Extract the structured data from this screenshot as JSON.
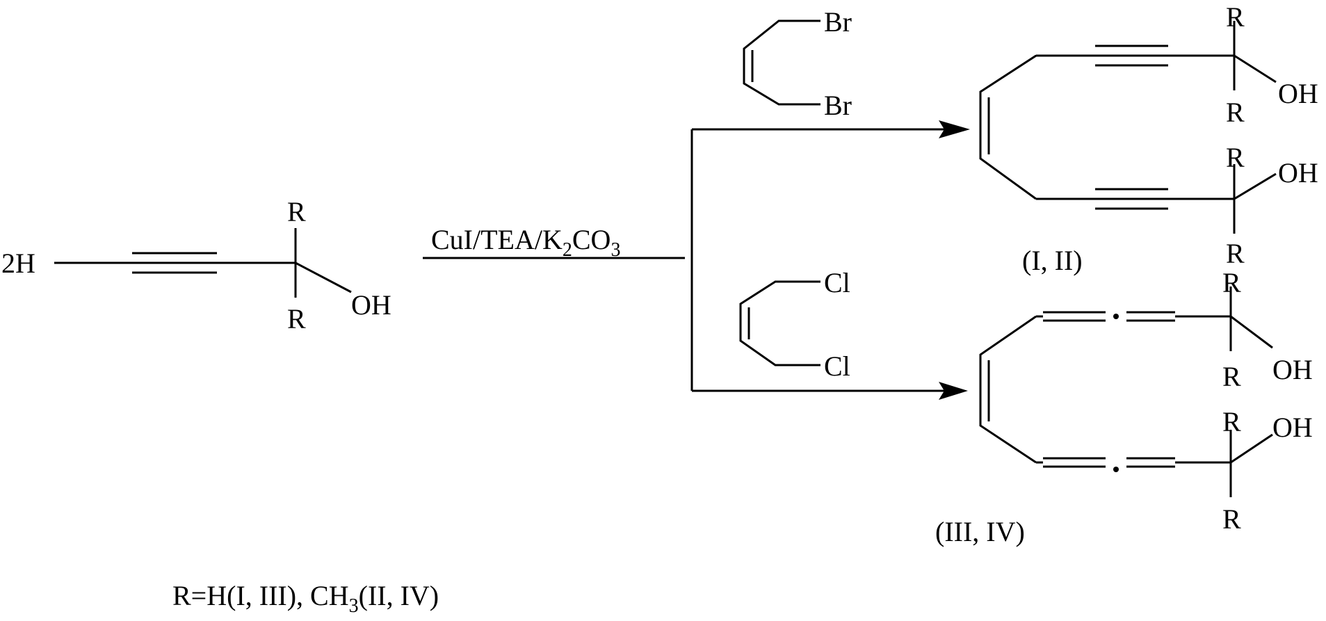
{
  "reactant": {
    "coefficient": "2H",
    "r_top": "R",
    "r_bottom": "R",
    "oh": "OH"
  },
  "conditions": {
    "text_main": "CuI/TEA/K",
    "sub_2": "2",
    "text_co": "CO",
    "sub_3": "3"
  },
  "reagent_bromide": {
    "x_top": "Br",
    "x_bottom": "Br"
  },
  "reagent_chloride": {
    "x_top": "Cl",
    "x_bottom": "Cl"
  },
  "product_upper": {
    "r1": "R",
    "oh1": "OH",
    "r2": "R",
    "r3": "R",
    "oh2": "OH",
    "r4": "R",
    "label": "(I, II)"
  },
  "product_lower": {
    "r1": "R",
    "oh1": "OH",
    "r2": "R",
    "r3": "R",
    "oh2": "OH",
    "r4": "R",
    "label": "(III, IV)"
  },
  "footnote": {
    "text_a": "R=H(I, III), CH",
    "sub_3": "3",
    "text_b": "(II, IV)"
  }
}
